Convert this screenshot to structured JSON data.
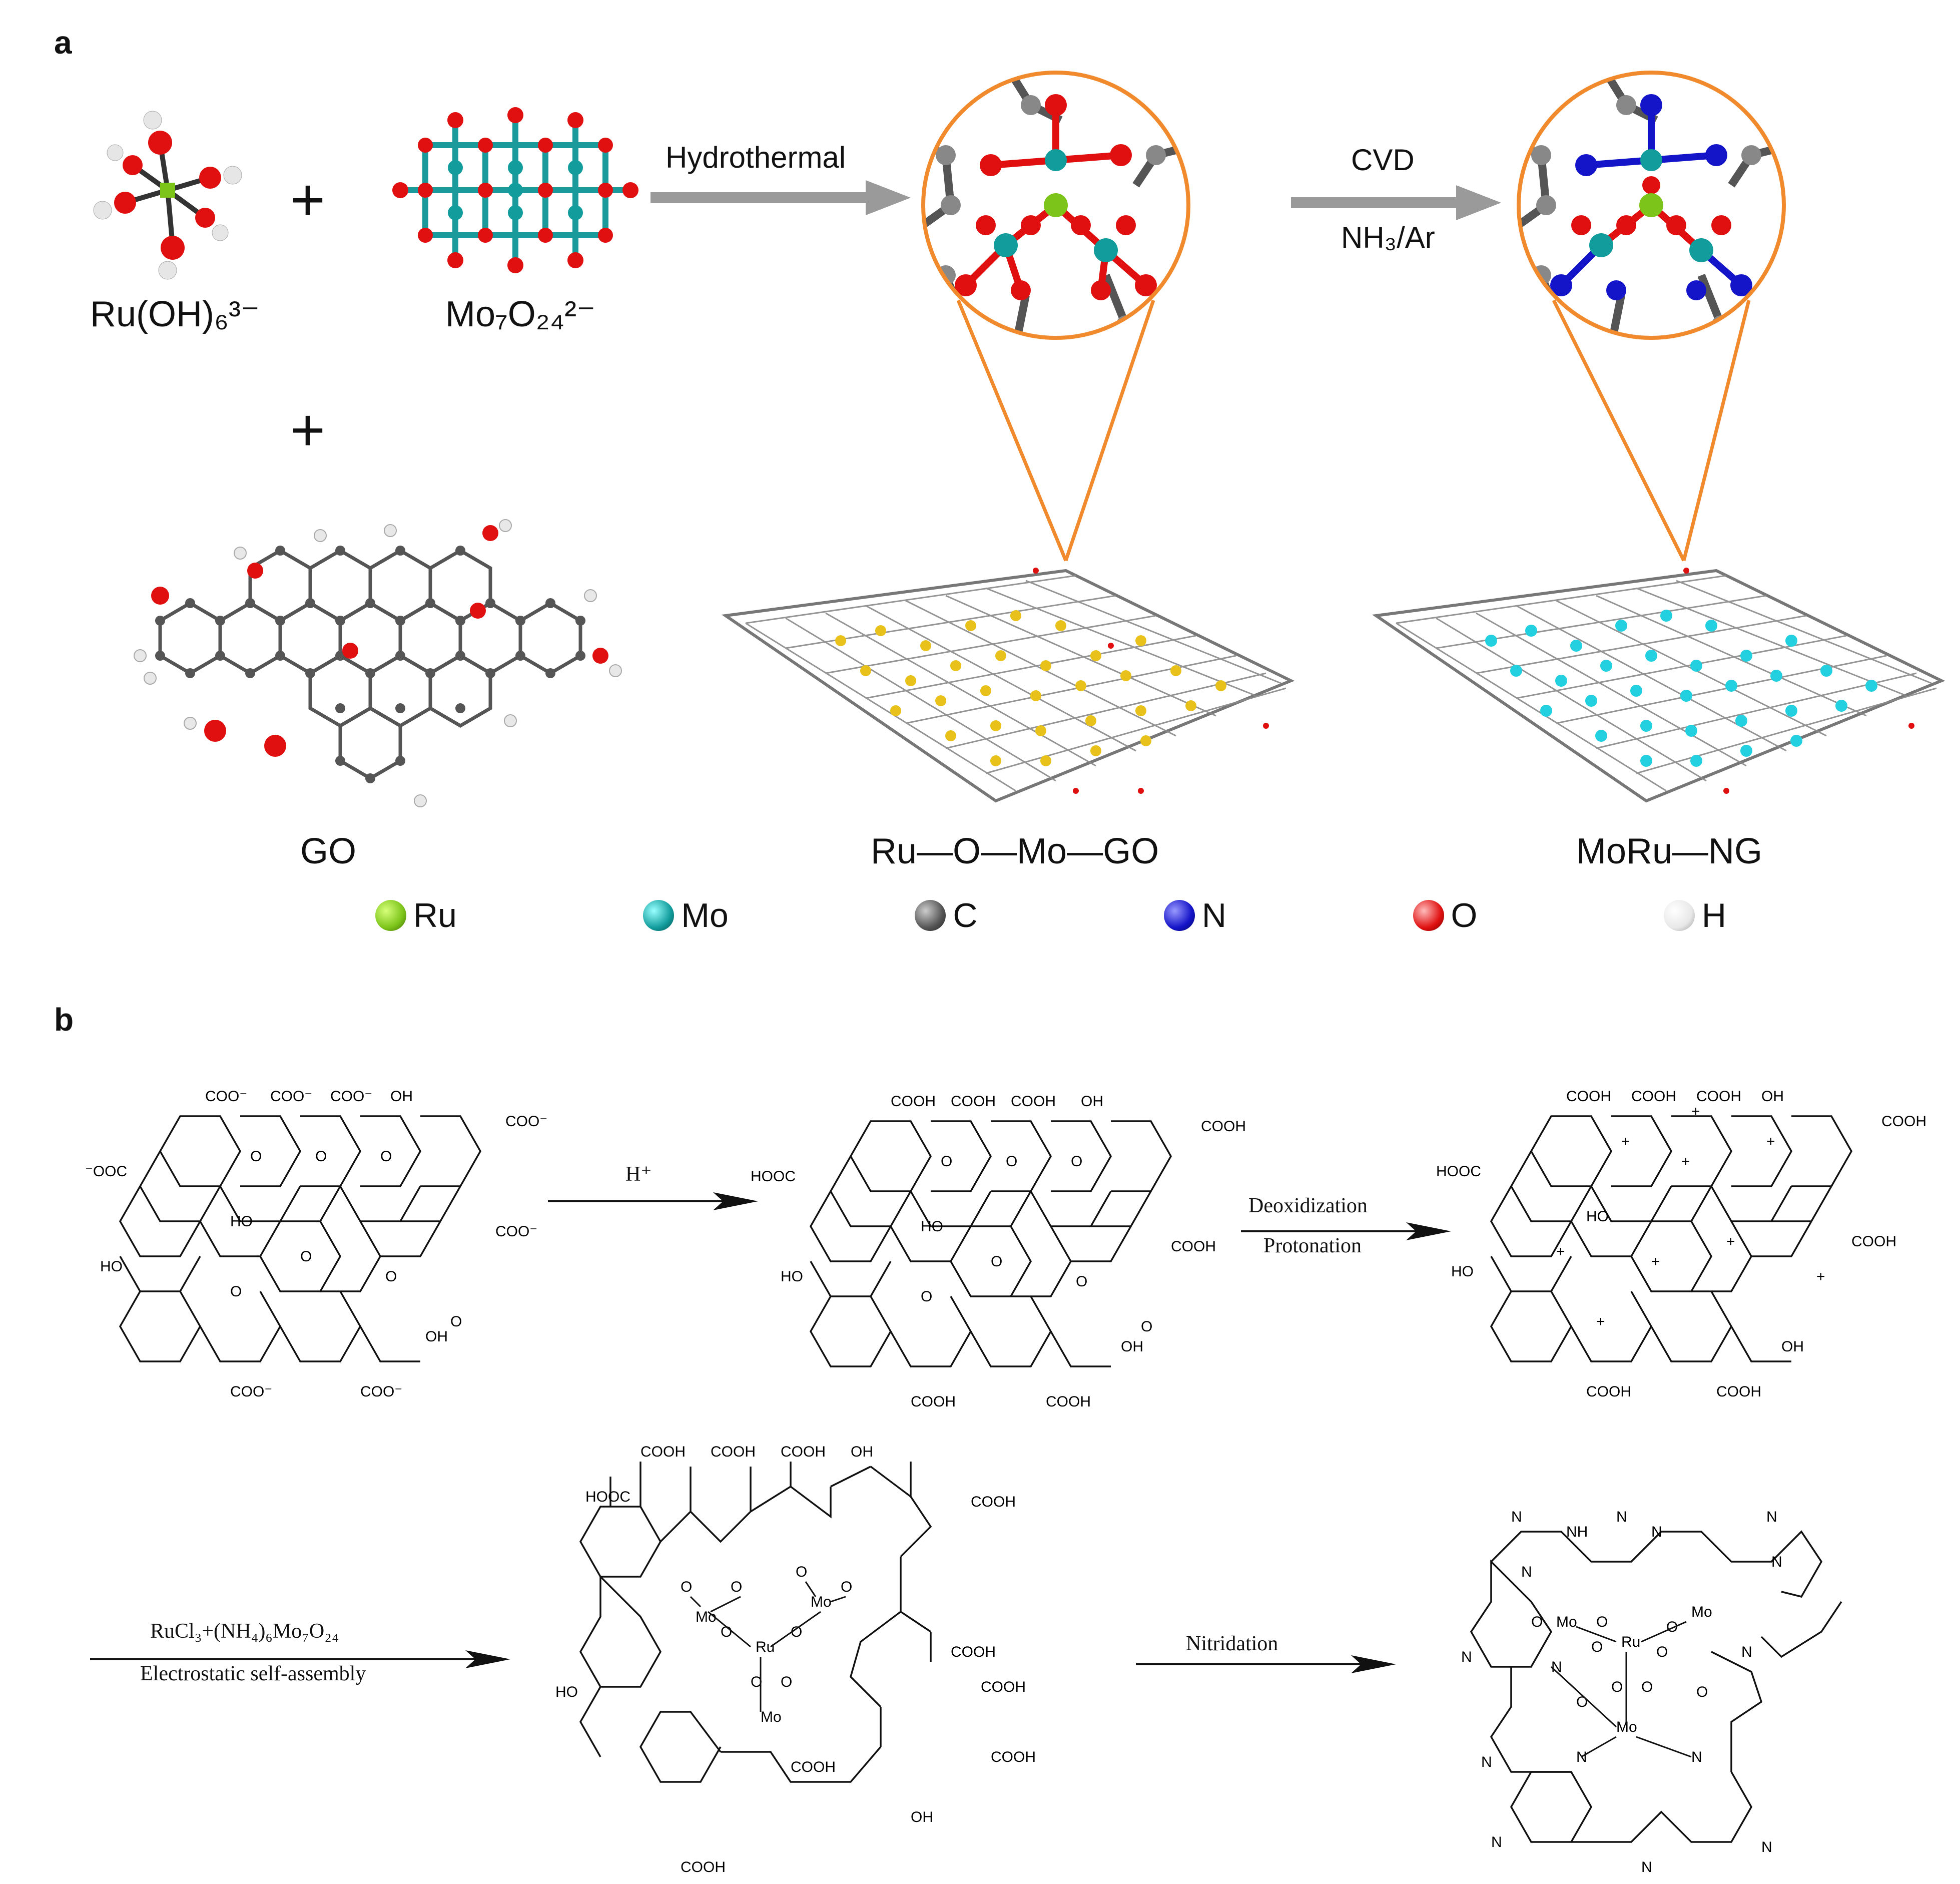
{
  "panel_a": {
    "label": "a",
    "ru_hydroxide": "Ru(OH)₆³⁻",
    "molybdate": "Mo₇O₂₄²⁻",
    "plus": "+",
    "go_label": "GO",
    "arrow1_label": "Hydrothermal",
    "arrow2_label_top": "CVD",
    "arrow2_label_bottom": "NH₃/Ar",
    "product1_label": "Ru—O—Mo—GO",
    "product2_label": "MoRu—NG",
    "legend": [
      {
        "name": "Ru",
        "color": "#7cc41a"
      },
      {
        "name": "Mo",
        "color": "#129c9c"
      },
      {
        "name": "C",
        "color": "#555555"
      },
      {
        "name": "N",
        "color": "#1414c8"
      },
      {
        "name": "O",
        "color": "#e01010"
      },
      {
        "name": "H",
        "color": "#e8e8e8"
      }
    ],
    "colors": {
      "highlight_circle": "#f08a2c",
      "dopant_yellow": "#e8c21a",
      "dopant_cyan": "#22d0e0",
      "arrow_gray": "#999999"
    }
  },
  "panel_b": {
    "label": "b",
    "step1": "H⁺",
    "step2_top": "Deoxidization",
    "step2_bottom": "Protonation",
    "step3_top": "RuCl₃+(NH₄)₆Mo₇O₂₄",
    "step3_bottom": "Electrostatic self-assembly",
    "step4": "Nitridation",
    "groups": {
      "coo_minus": "COO⁻",
      "ooc_minus": "⁻OOC",
      "cooh": "COOH",
      "hooc": "HOOC",
      "oh": "OH",
      "ho": "HO",
      "o": "O",
      "mo": "Mo",
      "ru": "Ru",
      "n": "N",
      "nh": "NH",
      "plus": "+"
    }
  }
}
